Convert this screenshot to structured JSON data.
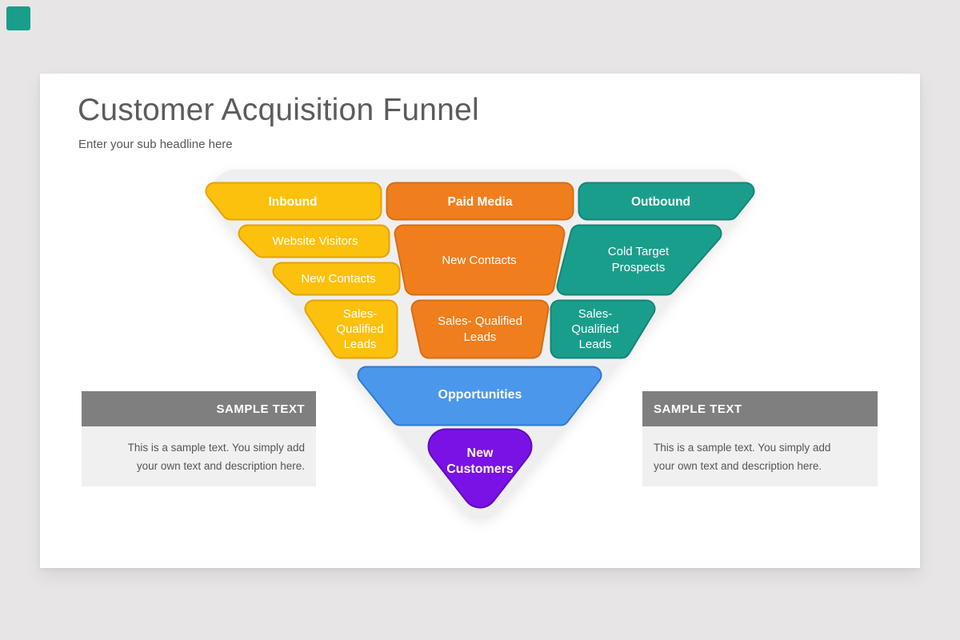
{
  "page": {
    "background_color": "#e7e5e6",
    "corner_badge_color": "#1a9e8c"
  },
  "slide": {
    "title": "Customer Acquisition Funnel",
    "subtitle": "Enter your sub headline here"
  },
  "funnel": {
    "colors": {
      "base_triangle": "#f0eff0",
      "yellow": "#fcc10d",
      "orange": "#f07e1d",
      "teal": "#1a9e8c",
      "blue": "#4a97eb",
      "purple": "#7a12e6"
    },
    "blocks": [
      {
        "id": "inbound",
        "label": "Inbound",
        "color": "#fcc10d"
      },
      {
        "id": "website-visitors",
        "label": "Website Visitors",
        "color": "#fcc10d"
      },
      {
        "id": "new-contacts-inbound",
        "label": "New Contacts",
        "color": "#fcc10d"
      },
      {
        "id": "sales-qualified-leads-inbound",
        "label": "Sales- Qualified Leads",
        "color": "#fcc10d"
      },
      {
        "id": "paid-media",
        "label": "Paid Media",
        "color": "#f07e1d"
      },
      {
        "id": "new-contacts-paid",
        "label": "New Contacts",
        "color": "#f07e1d"
      },
      {
        "id": "sales-qualified-leads-paid",
        "label": "Sales- Qualified Leads",
        "color": "#f07e1d"
      },
      {
        "id": "outbound",
        "label": "Outbound",
        "color": "#1a9e8c"
      },
      {
        "id": "cold-target-prospects",
        "label": "Cold Target Prospects",
        "color": "#1a9e8c"
      },
      {
        "id": "sales-qualified-leads-outbound",
        "label": "Sales- Qualified Leads",
        "color": "#1a9e8c"
      },
      {
        "id": "opportunities",
        "label": "Opportunities",
        "color": "#4a97eb"
      },
      {
        "id": "new-customers",
        "label": "New Customers",
        "color": "#7a12e6"
      }
    ]
  },
  "side_notes": {
    "left": {
      "title": "SAMPLE TEXT",
      "body": "This is a sample text. You simply add your own text and description here."
    },
    "right": {
      "title": "SAMPLE TEXT",
      "body": "This is a sample text. You simply add your own text and description here."
    }
  }
}
